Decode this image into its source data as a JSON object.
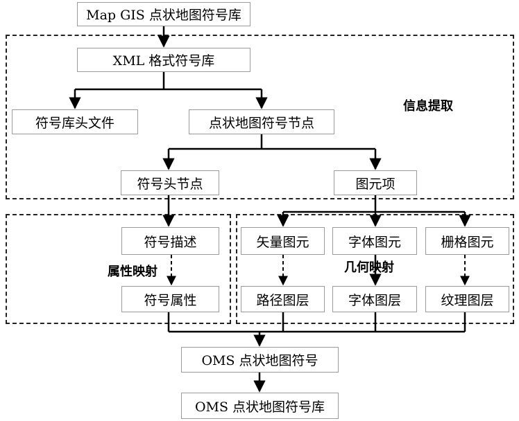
{
  "nodes": {
    "mapgis_library": "Map GIS 点状地图符号库",
    "xml_library": "XML 格式符号库",
    "library_header_file": "符号库头文件",
    "point_symbol_node": "点状地图符号节点",
    "symbol_header_node": "符号头节点",
    "primitive_item": "图元项",
    "symbol_description": "符号描述",
    "symbol_attribute": "符号属性",
    "vector_primitive": "矢量图元",
    "font_primitive": "字体图元",
    "raster_primitive": "栅格图元",
    "path_layer": "路径图层",
    "font_layer": "字体图层",
    "texture_layer": "纹理图层",
    "oms_symbol": "OMS 点状地图符号",
    "oms_library": "OMS 点状地图符号库"
  },
  "regions": {
    "info_extraction": "信息提取",
    "attribute_mapping": "属性映射",
    "geometry_mapping": "几何映射"
  },
  "colors": {
    "box_border": "#9a9a9a",
    "line": "#000000",
    "dashed_region": "#222222"
  }
}
